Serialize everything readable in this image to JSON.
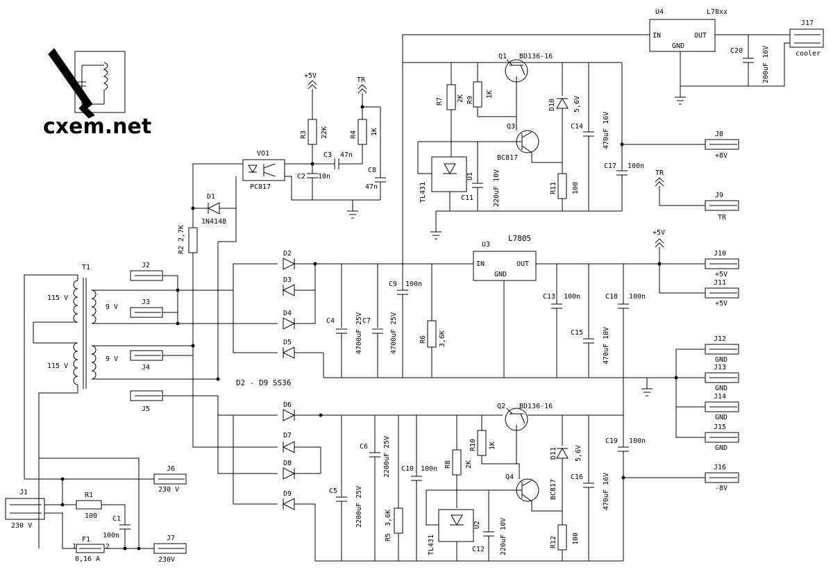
{
  "logo": {
    "text": "cxem.net"
  },
  "note": "D2 - D9 SS36",
  "transformer": {
    "ref": "T1",
    "w1": "115 V",
    "w2": "9 V",
    "w3": "115 V",
    "w4": "9 V"
  },
  "parts": {
    "U4": {
      "ref": "U4",
      "value": "L78xx",
      "pin_in": "IN",
      "pin_out": "OUT",
      "pin_gnd": "GND"
    },
    "U3": {
      "ref": "U3",
      "value": "L7805",
      "pin_in": "IN",
      "pin_out": "OUT",
      "pin_gnd": "GND"
    },
    "VO1": {
      "ref": "VO1",
      "value": "PC817"
    },
    "Q1": {
      "ref": "Q1",
      "value": "BD136-16"
    },
    "Q2": {
      "ref": "Q2",
      "value": "BD136-16"
    },
    "Q3": {
      "ref": "Q3",
      "value": "BC817"
    },
    "Q4": {
      "ref": "Q4",
      "value": "BC817"
    },
    "U1": {
      "ref": "U1",
      "value": "TL431"
    },
    "U2": {
      "ref": "U2",
      "value": "TL431"
    },
    "D1": {
      "ref": "D1",
      "value": "1N4148"
    },
    "D2": {
      "ref": "D2"
    },
    "D3": {
      "ref": "D3"
    },
    "D4": {
      "ref": "D4"
    },
    "D5": {
      "ref": "D5"
    },
    "D6": {
      "ref": "D6"
    },
    "D7": {
      "ref": "D7"
    },
    "D8": {
      "ref": "D8"
    },
    "D9": {
      "ref": "D9"
    },
    "D10": {
      "ref": "D10",
      "value": "5,6V"
    },
    "D11": {
      "ref": "D11",
      "value": "5,6V"
    },
    "R1": {
      "ref": "R1",
      "value": "100"
    },
    "R2": {
      "ref": "R2",
      "value": "2,7K"
    },
    "R3": {
      "ref": "R3",
      "value": "22K"
    },
    "R4": {
      "ref": "R4",
      "value": "1K"
    },
    "R5": {
      "ref": "R5",
      "value": "3,6K"
    },
    "R6": {
      "ref": "R6",
      "value": "3,6K"
    },
    "R7": {
      "ref": "R7",
      "value": "2K"
    },
    "R8": {
      "ref": "R8",
      "value": "2K"
    },
    "R9": {
      "ref": "R9",
      "value": "1K"
    },
    "R10": {
      "ref": "R10",
      "value": "1K"
    },
    "R11": {
      "ref": "R11",
      "value": "100"
    },
    "R12": {
      "ref": "R12",
      "value": "100"
    },
    "C1": {
      "ref": "C1",
      "value": "100n"
    },
    "C2": {
      "ref": "C2",
      "value": "10n"
    },
    "C3": {
      "ref": "C3",
      "value": "47n"
    },
    "C4": {
      "ref": "C4",
      "value": "4700uF 25V"
    },
    "C5": {
      "ref": "C5",
      "value": "2200uF 25V"
    },
    "C6": {
      "ref": "C6",
      "value": "2200uF 25V"
    },
    "C7": {
      "ref": "C7",
      "value": "4700uF 25V"
    },
    "C8": {
      "ref": "C8",
      "value": "47n"
    },
    "C9": {
      "ref": "C9",
      "value": "100n"
    },
    "C10": {
      "ref": "C10",
      "value": "100n"
    },
    "C11": {
      "ref": "C11",
      "value": "220uF 10V"
    },
    "C12": {
      "ref": "C12",
      "value": "220uF 10V"
    },
    "C13": {
      "ref": "C13",
      "value": "100n"
    },
    "C14": {
      "ref": "C14",
      "value": "470uF 16V"
    },
    "C15": {
      "ref": "C15",
      "value": "470uF 10V"
    },
    "C16": {
      "ref": "C16",
      "value": "470uF 16V"
    },
    "C17": {
      "ref": "C17",
      "value": "100n"
    },
    "C18": {
      "ref": "C18",
      "value": "100n"
    },
    "C19": {
      "ref": "C19",
      "value": "100n"
    },
    "C20": {
      "ref": "C20",
      "value": "200uF 16V"
    },
    "F1": {
      "ref": "F1",
      "value": "0,16 A",
      "pin1": "1",
      "pin2": "2"
    }
  },
  "connectors": {
    "J1": {
      "ref": "J1",
      "label": "230 V"
    },
    "J2": {
      "ref": "J2"
    },
    "J3": {
      "ref": "J3"
    },
    "J4": {
      "ref": "J4"
    },
    "J5": {
      "ref": "J5"
    },
    "J6": {
      "ref": "J6",
      "label": "230 V"
    },
    "J7": {
      "ref": "J7",
      "label": "230V"
    },
    "J8": {
      "ref": "J8",
      "label": "+8V"
    },
    "J9": {
      "ref": "J9",
      "label": "TR"
    },
    "J10": {
      "ref": "J10",
      "label": "+5V"
    },
    "J11": {
      "ref": "J11",
      "label": "+5V"
    },
    "J12": {
      "ref": "J12",
      "label": "GND"
    },
    "J13": {
      "ref": "J13",
      "label": "GND"
    },
    "J14": {
      "ref": "J14",
      "label": "GND"
    },
    "J15": {
      "ref": "J15",
      "label": "GND"
    },
    "J16": {
      "ref": "J16",
      "label": "-8V"
    },
    "J17": {
      "ref": "J17",
      "label": "cooler"
    }
  },
  "nets": {
    "p5v_a": "+5V",
    "p5v_b": "+5V",
    "tr_a": "TR",
    "tr_b": "TR"
  }
}
